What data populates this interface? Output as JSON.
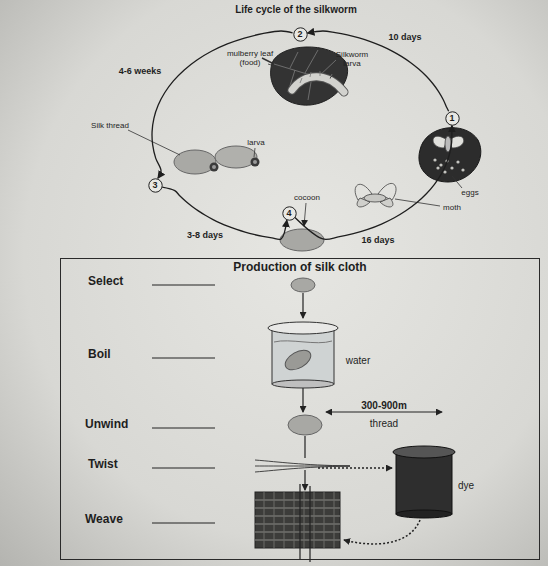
{
  "diagram": {
    "title": "Life cycle of the silkworm",
    "nodes": [
      {
        "text": [
          "2"
        ]
      },
      {
        "text": [
          "1"
        ]
      },
      {
        "text": [
          "3"
        ]
      },
      {
        "text": [
          "4"
        ]
      },
      {
        "text": [
          "Production of silk cloth"
        ]
      }
    ],
    "edges": [
      {
        "from": 1,
        "to": 0,
        "arrow": "to",
        "label": "10 days"
      },
      {
        "from": 0,
        "to": 2,
        "arrow": "to",
        "label": "4-6 weeks"
      },
      {
        "from": 2,
        "to": 3,
        "arrow": "to",
        "label": "3-8 days"
      },
      {
        "from": 3,
        "to": 1,
        "arrow": "to",
        "label": "16 days"
      }
    ],
    "labels": [
      "mulberry leaf (food)",
      "Silkworm larva",
      "eggs",
      "moth",
      "Silk thread",
      "larva",
      "cocoon",
      "Select",
      "Boil",
      "water",
      "Unwind",
      "300-900m",
      "thread",
      "Twist",
      "dye",
      "Weave"
    ]
  }
}
